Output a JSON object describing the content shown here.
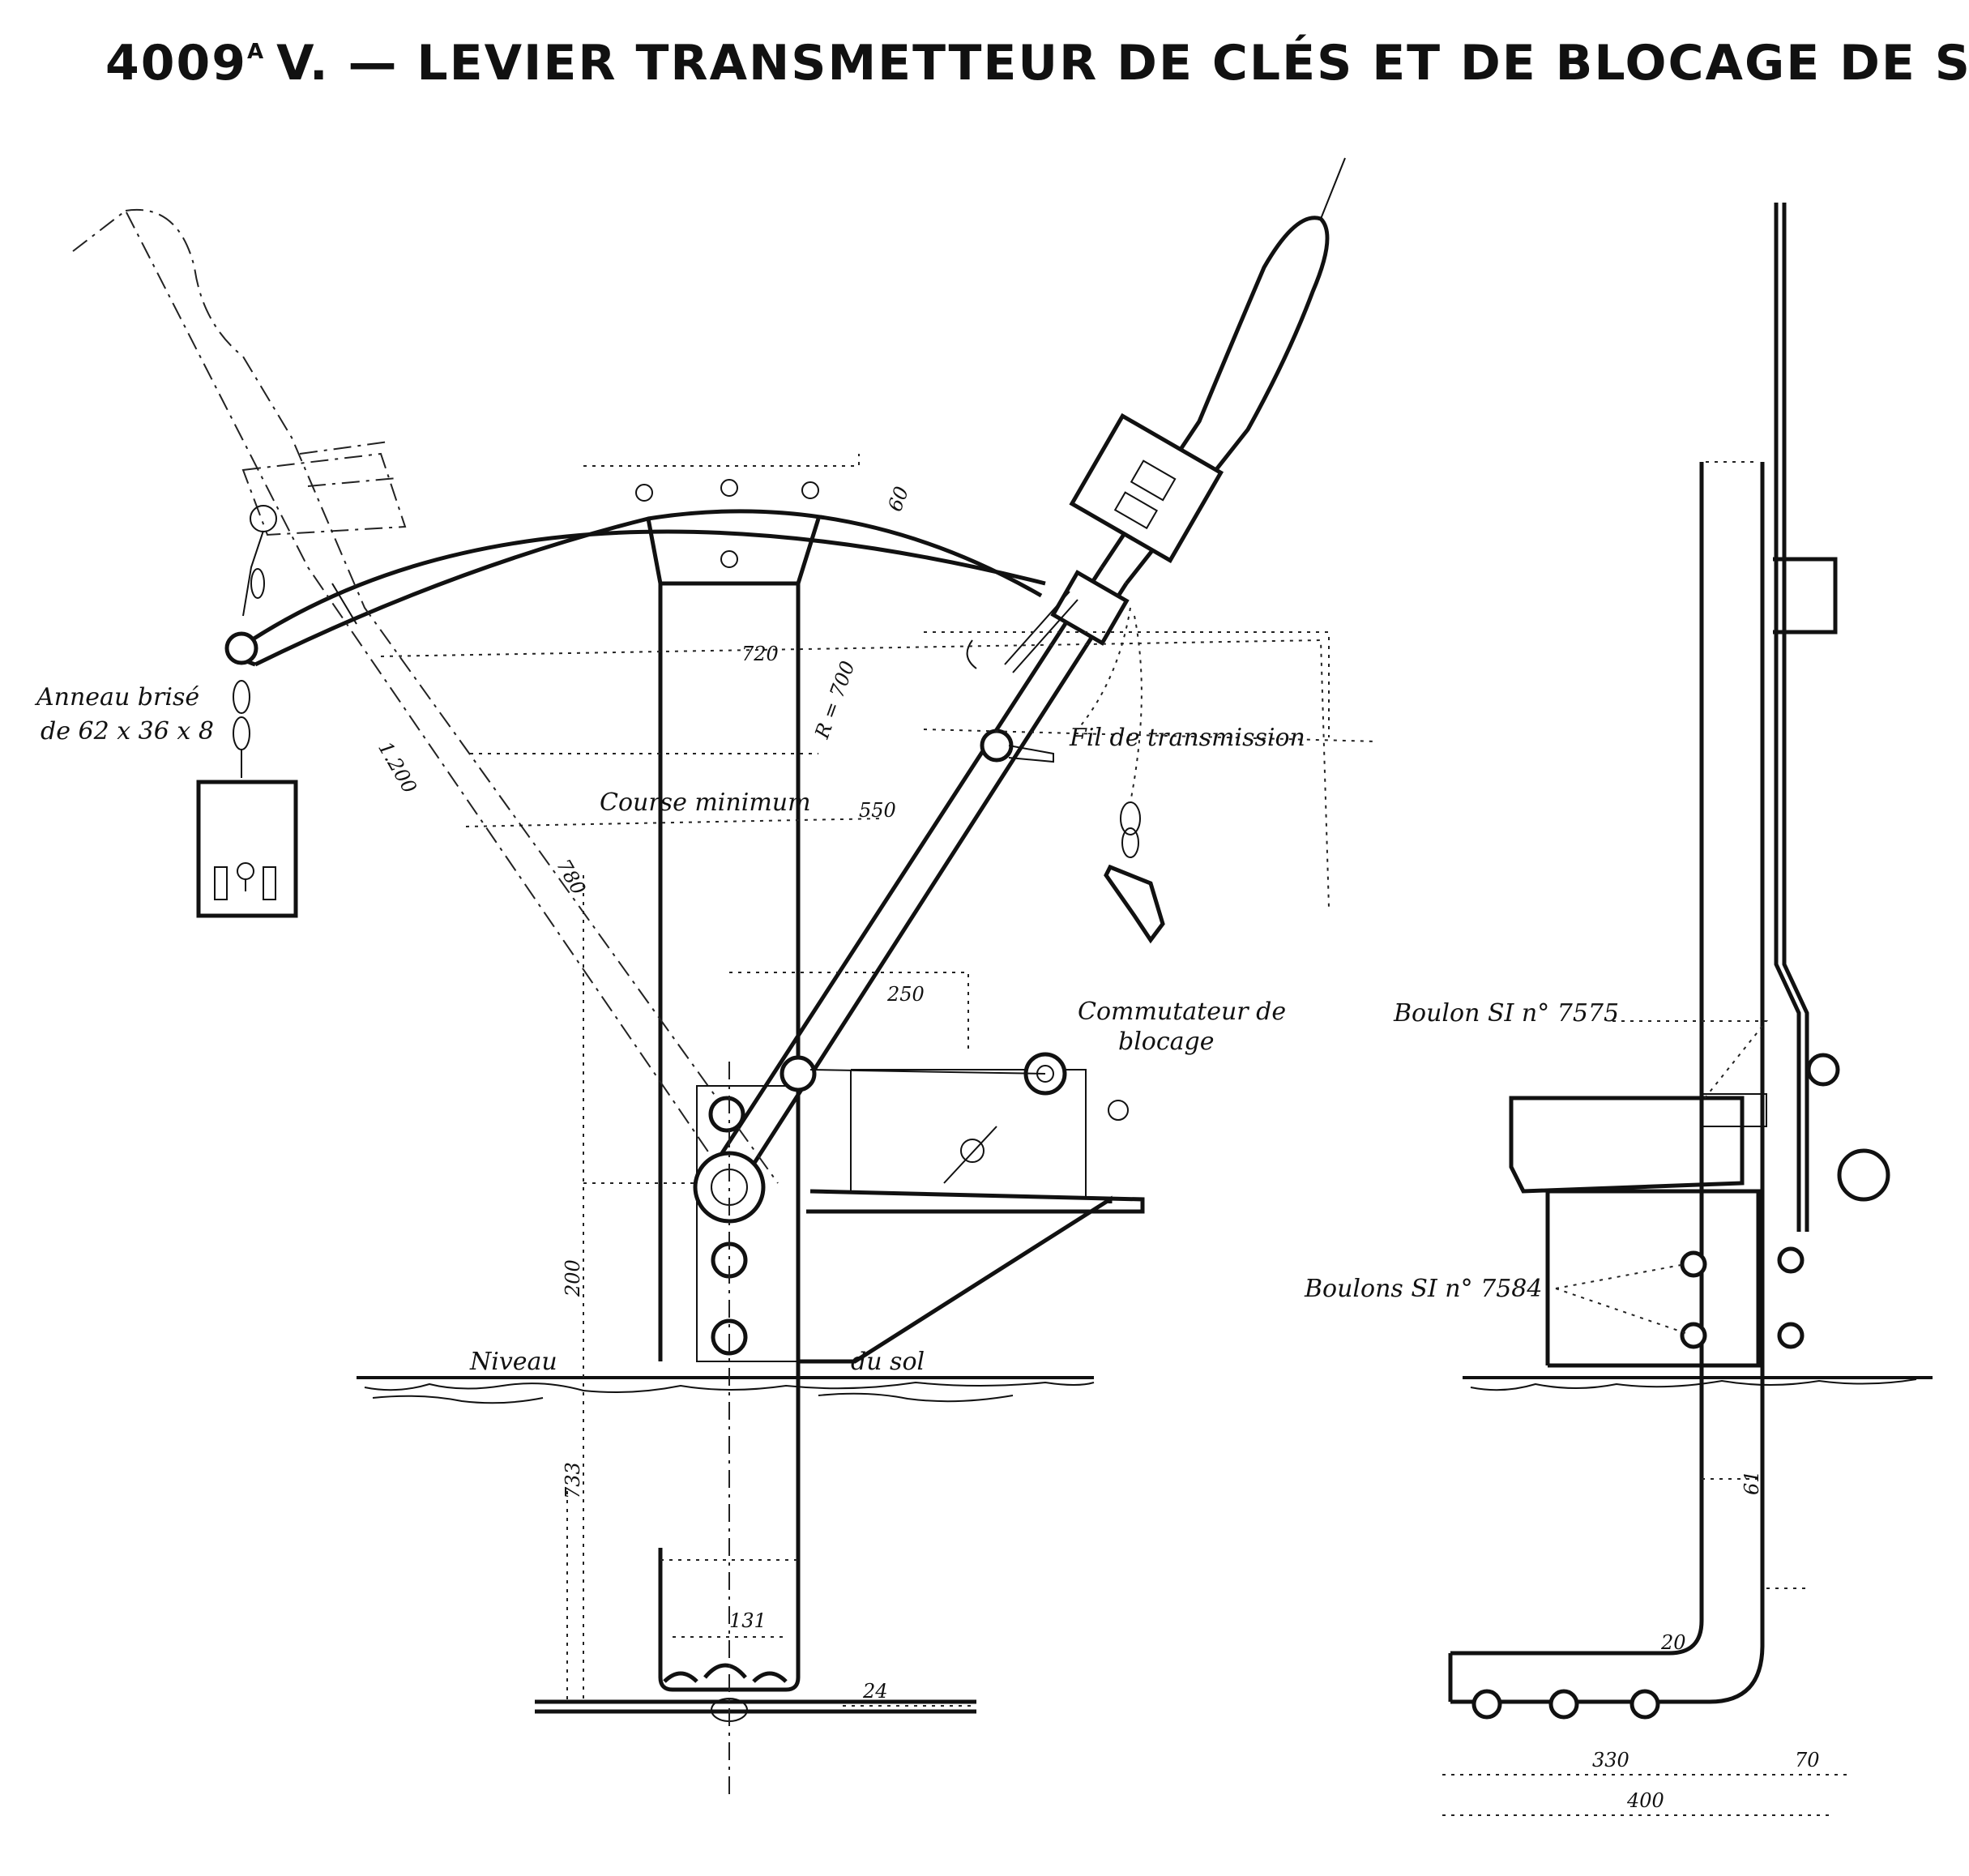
{
  "title": {
    "number": "4009",
    "superscript": "A",
    "text": "V. — LEVIER TRANSMETTEUR DE CLÉS ET DE BLOCAGE DE SIGNAUX"
  },
  "annotations": {
    "ring": "Anneau brisé",
    "ring_dims": "de 62 x 36 x 8",
    "wire": "Fil de transmission",
    "stroke_min": "Course minimum",
    "switch_1": "Commutateur de",
    "switch_2": "blocage",
    "ground_1": "Niveau",
    "ground_2": "du sol",
    "bolt": "Boulon SI n° 7575",
    "bolts": "Boulons SI n° 7584"
  },
  "dimensions": {
    "d60": "60",
    "d720": "720",
    "radius": "R = 700",
    "d550": "550",
    "d1200": "1.200",
    "d780": "780",
    "d250": "250",
    "d200": "200",
    "d733": "733",
    "d131": "131",
    "d24": "24",
    "d61": "61",
    "d20": "20",
    "d330": "330",
    "d400": "400",
    "d70": "70"
  }
}
